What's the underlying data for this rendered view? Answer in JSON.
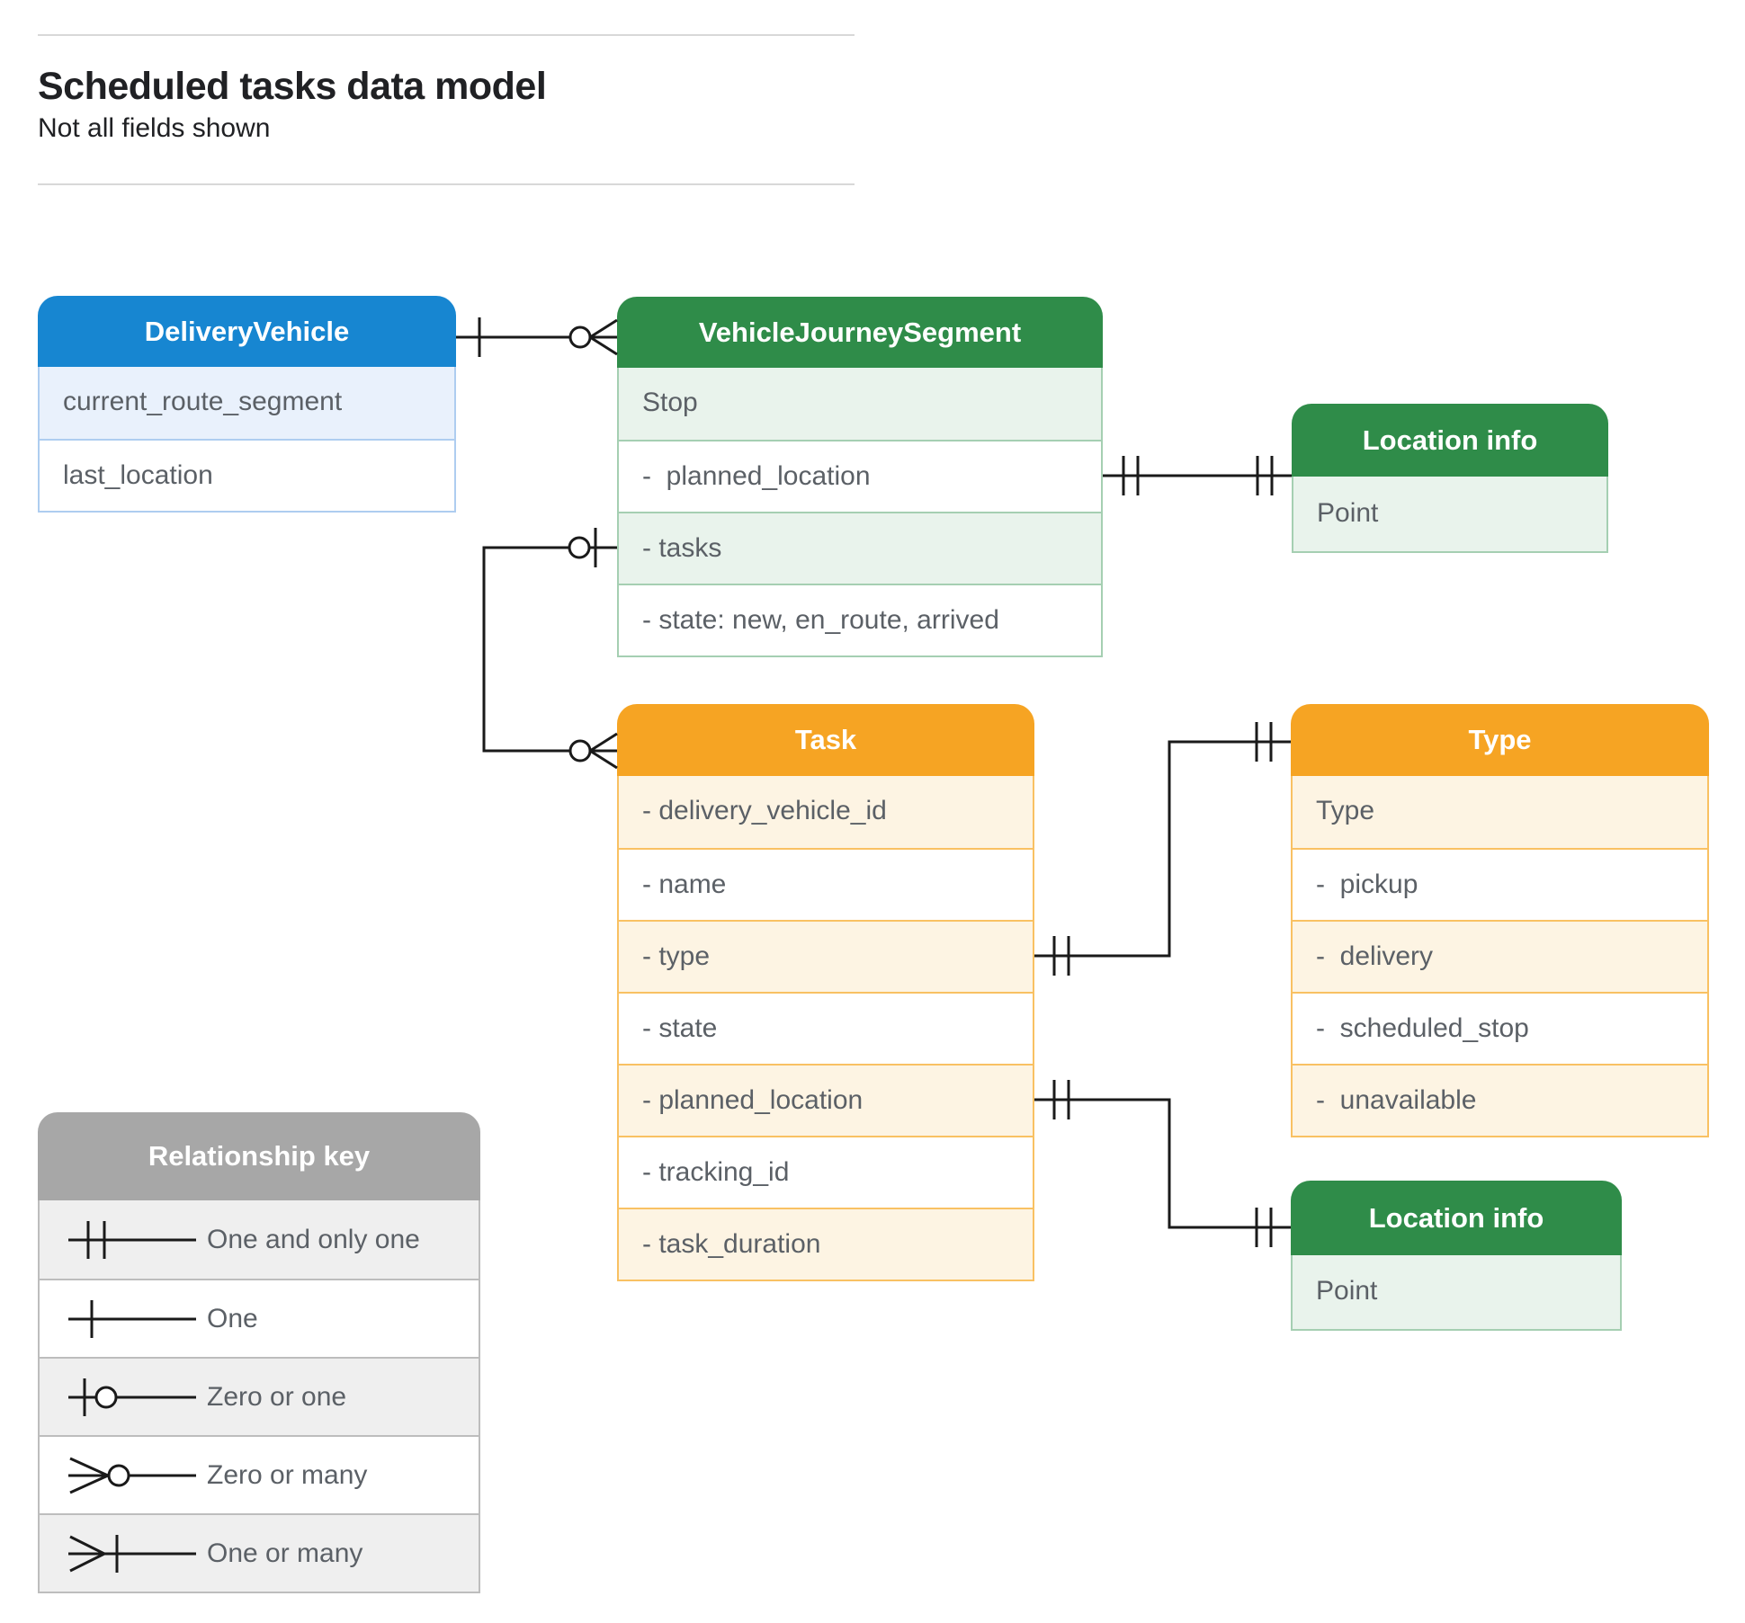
{
  "page": {
    "title": "Scheduled tasks data model",
    "subtitle": "Not all fields shown"
  },
  "entities": {
    "delivery_vehicle": {
      "title": "DeliveryVehicle",
      "fields": [
        "current_route_segment",
        "last_location"
      ]
    },
    "vehicle_journey_segment": {
      "title": "VehicleJourneySegment",
      "fields": [
        "Stop",
        "-  planned_location",
        "- tasks",
        "- state: new, en_route, arrived"
      ]
    },
    "location_info_top": {
      "title": "Location info",
      "fields": [
        "Point"
      ]
    },
    "task": {
      "title": "Task",
      "fields": [
        "- delivery_vehicle_id",
        "- name",
        "- type",
        "- state",
        "- planned_location",
        "- tracking_id",
        "- task_duration"
      ]
    },
    "type": {
      "title": "Type",
      "fields": [
        "Type",
        "-  pickup",
        "-  delivery",
        "-  scheduled_stop",
        "-  unavailable"
      ]
    },
    "location_info_bottom": {
      "title": "Location info",
      "fields": [
        "Point"
      ]
    }
  },
  "legend": {
    "title": "Relationship key",
    "items": [
      {
        "symbol": "one-and-only-one",
        "label": "One and only one"
      },
      {
        "symbol": "one",
        "label": "One"
      },
      {
        "symbol": "zero-or-one",
        "label": "Zero or one"
      },
      {
        "symbol": "zero-or-many",
        "label": "Zero or many"
      },
      {
        "symbol": "one-or-many",
        "label": "One or many"
      }
    ]
  },
  "relationships": [
    {
      "from": "DeliveryVehicle",
      "to": "VehicleJourneySegment",
      "from_cardinality": "one",
      "to_cardinality": "zero-or-many"
    },
    {
      "from": "VehicleJourneySegment.tasks",
      "to": "Task",
      "from_cardinality": "zero-or-one",
      "to_cardinality": "zero-or-many"
    },
    {
      "from": "VehicleJourneySegment.planned_location",
      "to": "Location info",
      "from_cardinality": "one-and-only-one",
      "to_cardinality": "one-and-only-one"
    },
    {
      "from": "Task.type",
      "to": "Type",
      "from_cardinality": "one-and-only-one",
      "to_cardinality": "one-and-only-one"
    },
    {
      "from": "Task.planned_location",
      "to": "Location info",
      "from_cardinality": "one-and-only-one",
      "to_cardinality": "one-and-only-one"
    }
  ],
  "colors": {
    "blue_header": "#1786d1",
    "green_header": "#2f8c49",
    "orange_header": "#f6a423",
    "gray_header": "#a7a7a7",
    "blue_tint": "#e9f1fc",
    "green_tint": "#e9f3ec",
    "orange_tint": "#fdf4e3",
    "gray_tint": "#efefef",
    "row_text": "#5b6066",
    "connector": "#1a1a1a"
  }
}
